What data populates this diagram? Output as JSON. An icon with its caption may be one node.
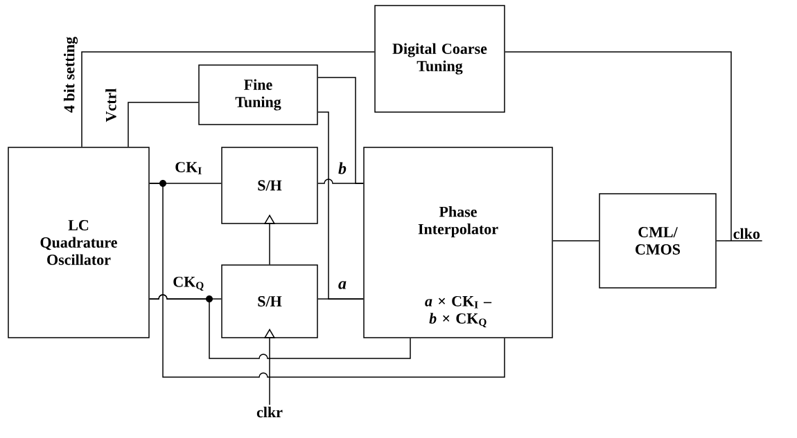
{
  "diagram": {
    "nodes": [
      {
        "text": [
          "LC Quadrature Oscillator"
        ]
      },
      {
        "text": [
          "Fine Tuning"
        ]
      },
      {
        "text": [
          "Digital Coarse Tuning"
        ]
      },
      {
        "text": [
          "S/H"
        ]
      },
      {
        "text": [
          "S/H"
        ]
      },
      {
        "text": [
          "Phase Interpolator",
          "*a* × CK$_{I}$ – *b* × CK$_{Q}$"
        ]
      },
      {
        "text": [
          "CML/ CMOS"
        ]
      },
      {
        "text": [
          "clkr"
        ]
      },
      {
        "text": [
          "clko"
        ]
      }
    ],
    "edges": [
      {
        "from": 0,
        "to": 3,
        "arrow": "none",
        "label": "CK$_{I}$"
      },
      {
        "from": 0,
        "to": 4,
        "arrow": "none",
        "label": "CK$_{Q}$"
      },
      {
        "from": 3,
        "to": 5,
        "arrow": "none",
        "label": "b"
      },
      {
        "from": 4,
        "to": 5,
        "arrow": "none",
        "label": "a"
      },
      {
        "from": 1,
        "to": 5,
        "arrow": "none"
      },
      {
        "from": 1,
        "to": 5,
        "arrow": "none"
      },
      {
        "from": 1,
        "to": 0,
        "arrow": "none",
        "label": "Vctrl"
      },
      {
        "from": 2,
        "to": 0,
        "arrow": "none",
        "label": "4 bit setting"
      },
      {
        "from": 2,
        "to": 8,
        "arrow": "none"
      },
      {
        "from": 5,
        "to": 6,
        "arrow": "none"
      },
      {
        "from": 6,
        "to": 8,
        "arrow": "none"
      },
      {
        "from": 4,
        "to": 3,
        "arrow": "to"
      },
      {
        "from": 7,
        "to": 4,
        "arrow": "to"
      },
      {
        "from": 0,
        "to": 5,
        "arrow": "none"
      },
      {
        "from": 0,
        "to": 5,
        "arrow": "none"
      }
    ]
  }
}
